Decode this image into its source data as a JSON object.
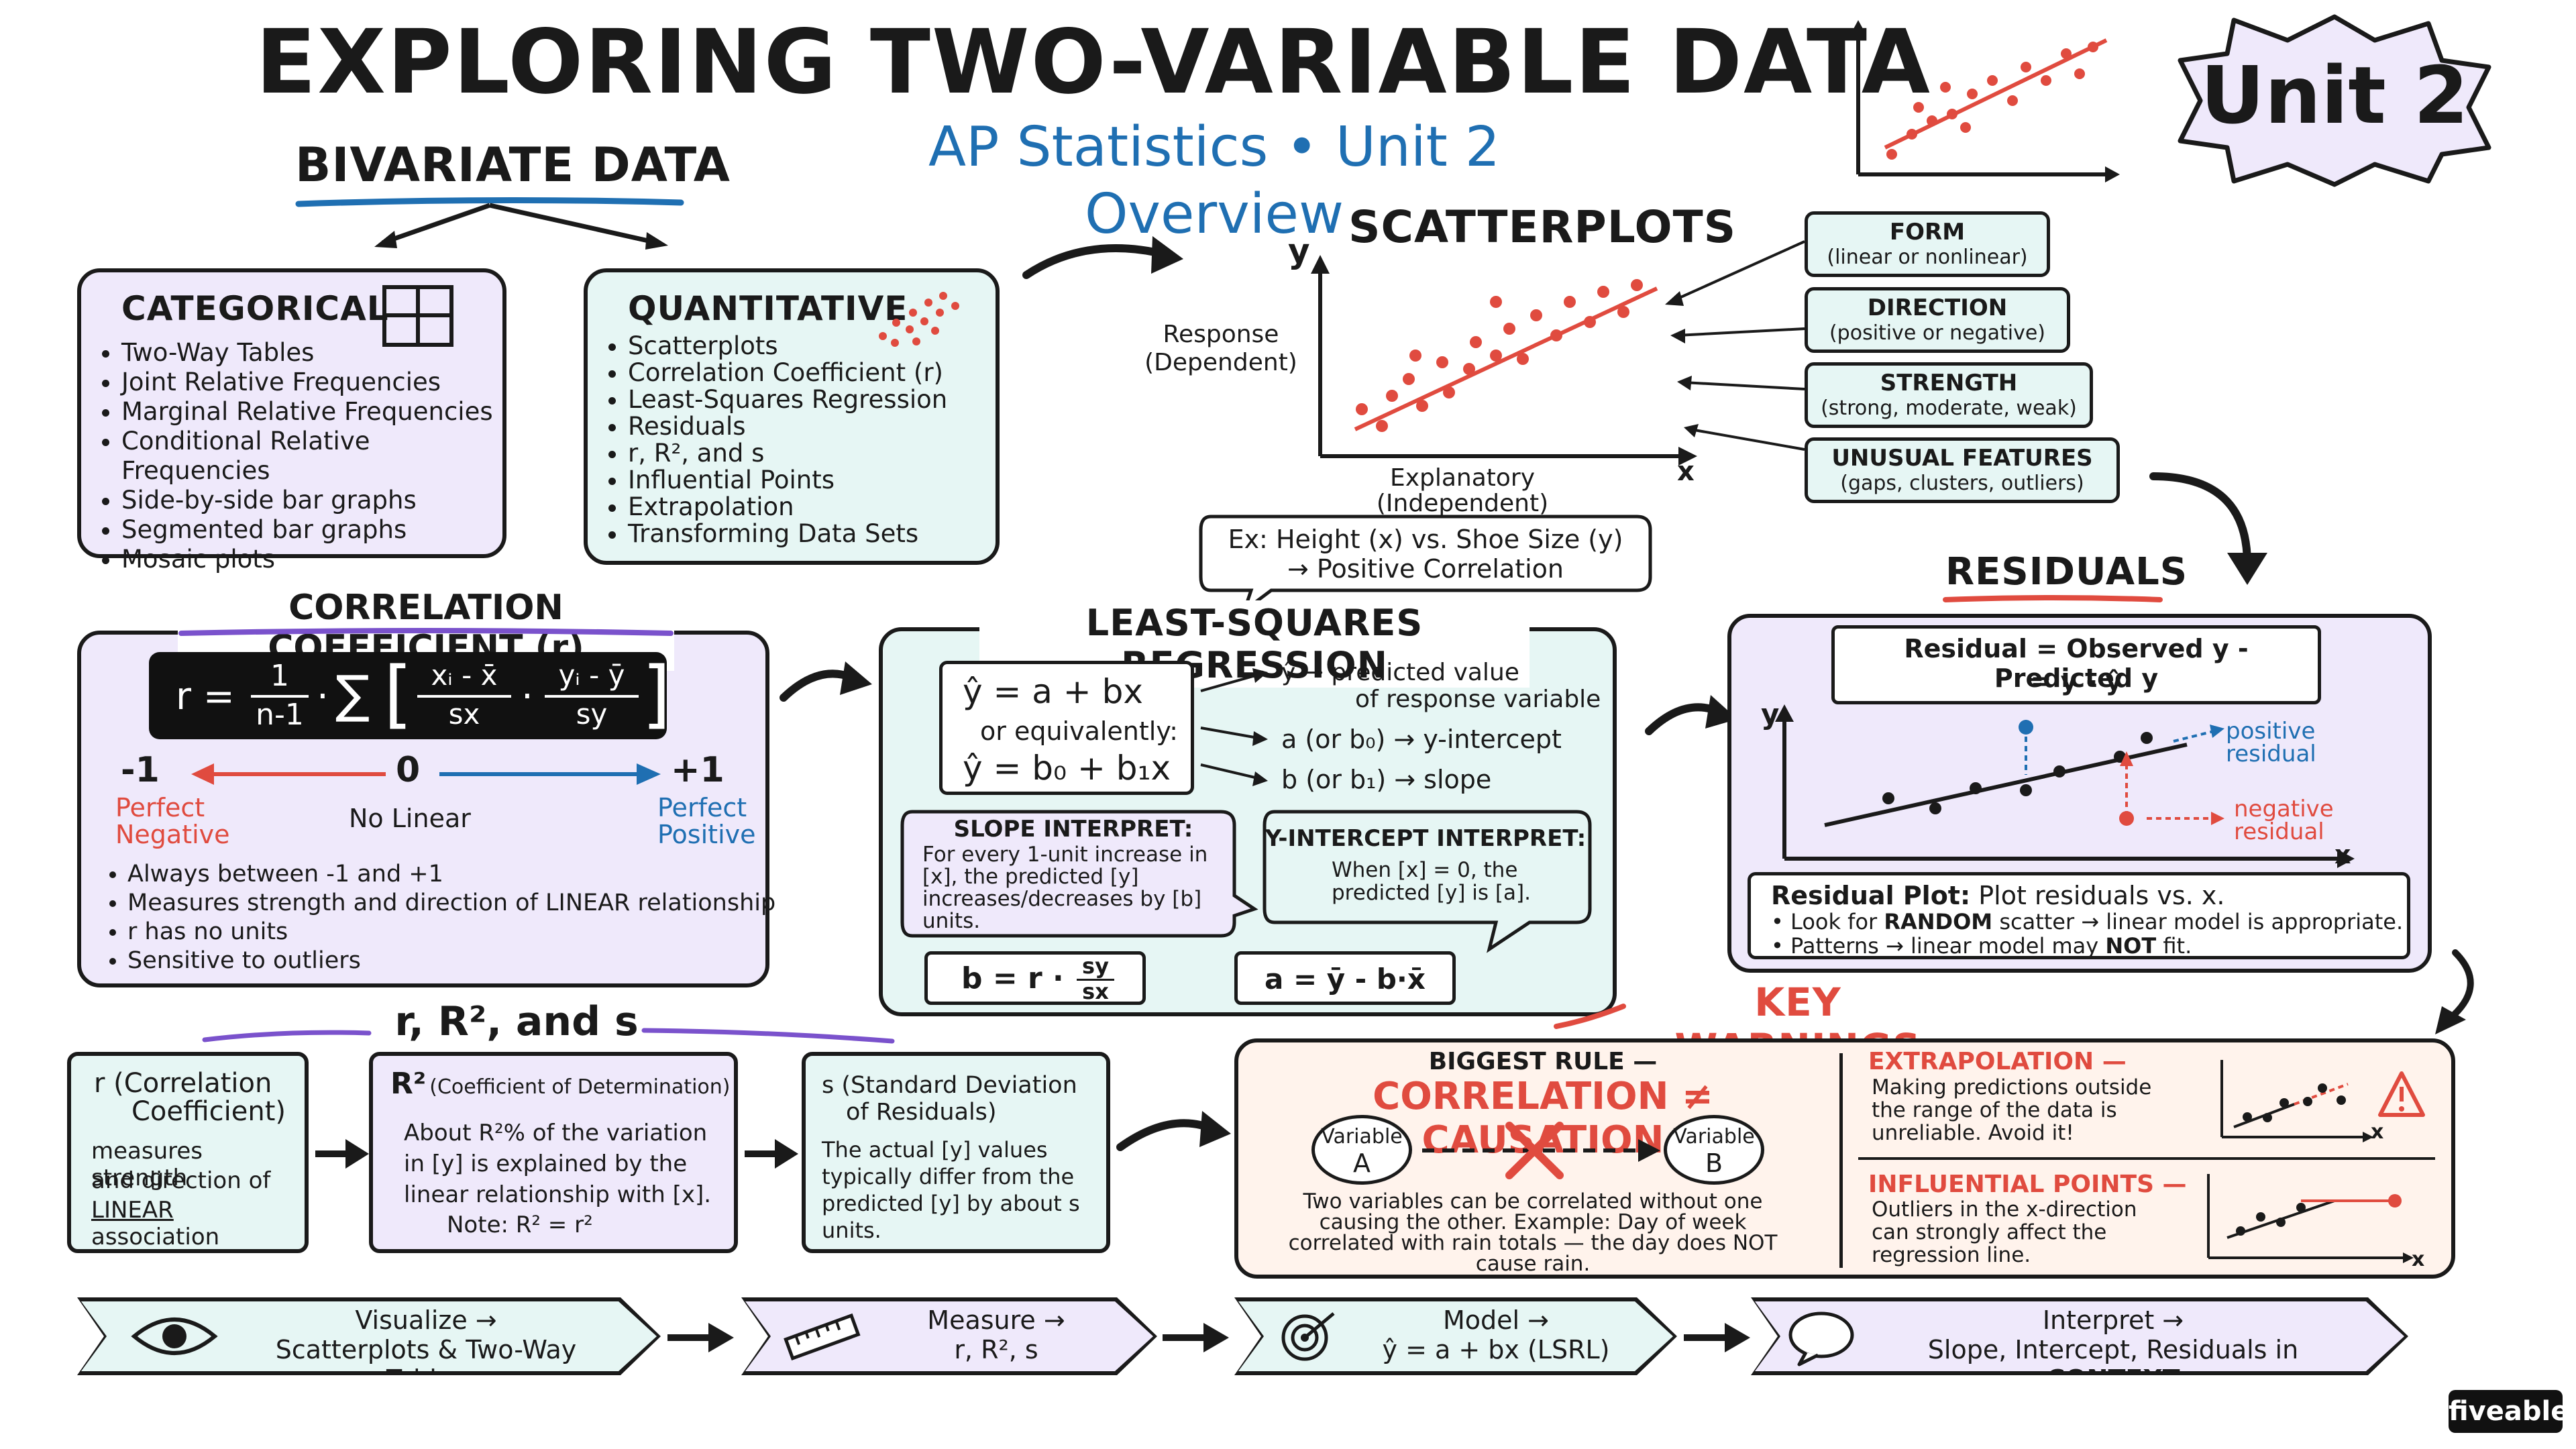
{
  "title": "EXPLORING TWO-VARIABLE DATA",
  "subtitle": "AP Statistics • Unit 2 Overview",
  "unit_badge": "Unit 2",
  "bivariate": {
    "heading": "BIVARIATE DATA",
    "categorical": {
      "title": "CATEGORICAL",
      "items": [
        "Two-Way Tables",
        "Joint Relative Frequencies",
        "Marginal Relative Frequencies",
        "Conditional Relative Frequencies",
        "Side-by-side bar graphs",
        "Segmented bar graphs",
        "Mosaic plots"
      ]
    },
    "quantitative": {
      "title": "QUANTITATIVE",
      "items": [
        "Scatterplots",
        "Correlation Coefficient (r)",
        "Least-Squares Regression",
        "Residuals",
        "r, R², and s",
        "Influential Points",
        "Extrapolation",
        "Transforming Data Sets"
      ]
    }
  },
  "scatterplots": {
    "title": "SCATTERPLOTS",
    "y_axis": "y",
    "x_axis": "x",
    "response_label": "Response",
    "response_sub": "(Dependent)",
    "explanatory_label": "Explanatory",
    "explanatory_sub": "(Independent)",
    "example_line1": "Ex: Height (x) vs. Shoe Size (y)",
    "example_line2": "→ Positive Correlation",
    "features": [
      {
        "name": "FORM",
        "desc": "(linear or nonlinear)"
      },
      {
        "name": "DIRECTION",
        "desc": "(positive or negative)"
      },
      {
        "name": "STRENGTH",
        "desc": "(strong, moderate, weak)"
      },
      {
        "name": "UNUSUAL FEATURES",
        "desc": "(gaps, clusters, outliers)"
      }
    ]
  },
  "correlation": {
    "title": "CORRELATION COEFFICIENT (r)",
    "formula": {
      "r_eq": "r =",
      "frac_num": "1",
      "frac_den": "n-1",
      "sigma": "∑",
      "x_num": "xᵢ - x̄",
      "x_den": "sx",
      "y_num": "yᵢ - ȳ",
      "y_den": "sy",
      "dot": "·"
    },
    "scale": {
      "min": "-1",
      "mid": "0",
      "max": "+1",
      "min_label1": "Perfect",
      "min_label2": "Negative",
      "mid_label": "No Linear",
      "max_label1": "Perfect",
      "max_label2": "Positive"
    },
    "notes": [
      "Always between -1 and +1",
      "Measures strength and direction of LINEAR relationship",
      "r has no units",
      "Sensitive to outliers"
    ]
  },
  "lsr": {
    "title": "LEAST-SQUARES REGRESSION",
    "eq1": "ŷ = a + bx",
    "or_text": "or equivalently:",
    "eq2": "ŷ = b₀ + b₁x",
    "def_yhat1": "ŷ → predicted value",
    "def_yhat2": "of response variable",
    "def_a": "a (or b₀) → y-intercept",
    "def_b": "b (or b₁) → slope",
    "slope_title": "SLOPE INTERPRET:",
    "slope_text": "For every 1-unit increase in [x], the predicted [y] increases/decreases by [b] units.",
    "yint_title": "Y-INTERCEPT INTERPRET:",
    "yint_text": "When [x] = 0, the predicted [y] is [a].",
    "b_formula": "b = r ·",
    "b_frac_num": "sy",
    "b_frac_den": "sx",
    "a_formula": "a = ȳ - b·x̄"
  },
  "residuals": {
    "title": "RESIDUALS",
    "formula_line1": "Residual = Observed y - Predicted y",
    "formula_line2": "= y - ŷ",
    "y_axis": "y",
    "x_axis": "x",
    "positive_label1": "positive",
    "positive_label2": "residual",
    "negative_label1": "negative",
    "negative_label2": "residual",
    "plot_title": "Residual Plot:",
    "plot_desc": "Plot residuals vs. x.",
    "bullet1_pre": "Look for",
    "bullet1_key": "RANDOM",
    "bullet1_post": "scatter → linear model is appropriate.",
    "bullet2_pre": "Patterns → linear model may",
    "bullet2_key": "NOT",
    "bullet2_post": "fit."
  },
  "rr2s": {
    "heading": "r, R², and s",
    "r_title1": "r (Correlation",
    "r_title2": "Coefficient)",
    "r_text1": "measures strength",
    "r_text2": "and direction of",
    "r_text3_key": "LINEAR",
    "r_text3_post": "association",
    "R2_title": "R²",
    "R2_title_sub": "(Coefficient of Determination)",
    "R2_text": "About R²% of the variation in [y] is explained by the linear relationship with [x].",
    "R2_note": "Note: R² = r²",
    "s_title1": "s (Standard Deviation",
    "s_title2": "of Residuals)",
    "s_text": "The actual [y] values typically differ from the predicted [y] by about s units."
  },
  "warnings": {
    "heading": "KEY WARNINGS",
    "biggest_rule": "BIGGEST RULE —",
    "causation": "CORRELATION ≠ CAUSATION",
    "var_a1": "Variable",
    "var_a2": "A",
    "var_b1": "Variable",
    "var_b2": "B",
    "causation_text": "Two variables can be correlated without one causing the other. Example: Day of week correlated with rain totals — the day does NOT cause rain.",
    "extrap_title": "EXTRAPOLATION —",
    "extrap_text": "Making predictions outside the range of the data is unreliable. Avoid it!",
    "influential_title": "INFLUENTIAL POINTS —",
    "influential_text": "Outliers in the x-direction can strongly affect the regression line.",
    "x_axis": "x"
  },
  "workflow": [
    {
      "title": "Visualize →",
      "sub": "Scatterplots & Two-Way Tables"
    },
    {
      "title": "Measure →",
      "sub": "r, R², s"
    },
    {
      "title": "Model →",
      "sub": "ŷ = a + bx (LSRL)"
    },
    {
      "title": "Interpret →",
      "sub_pre": "Slope, Intercept, Residuals in",
      "sub_key": "CONTEXT"
    }
  ],
  "brand": "fiveable",
  "colors": {
    "ink": "#1a1a1a",
    "blue": "#1f6fb2",
    "red": "#e04b3f",
    "purple": "#7a52cc",
    "lavender": "#efe9fb",
    "mint": "#e6f6f4",
    "peach": "#fff3ec"
  }
}
